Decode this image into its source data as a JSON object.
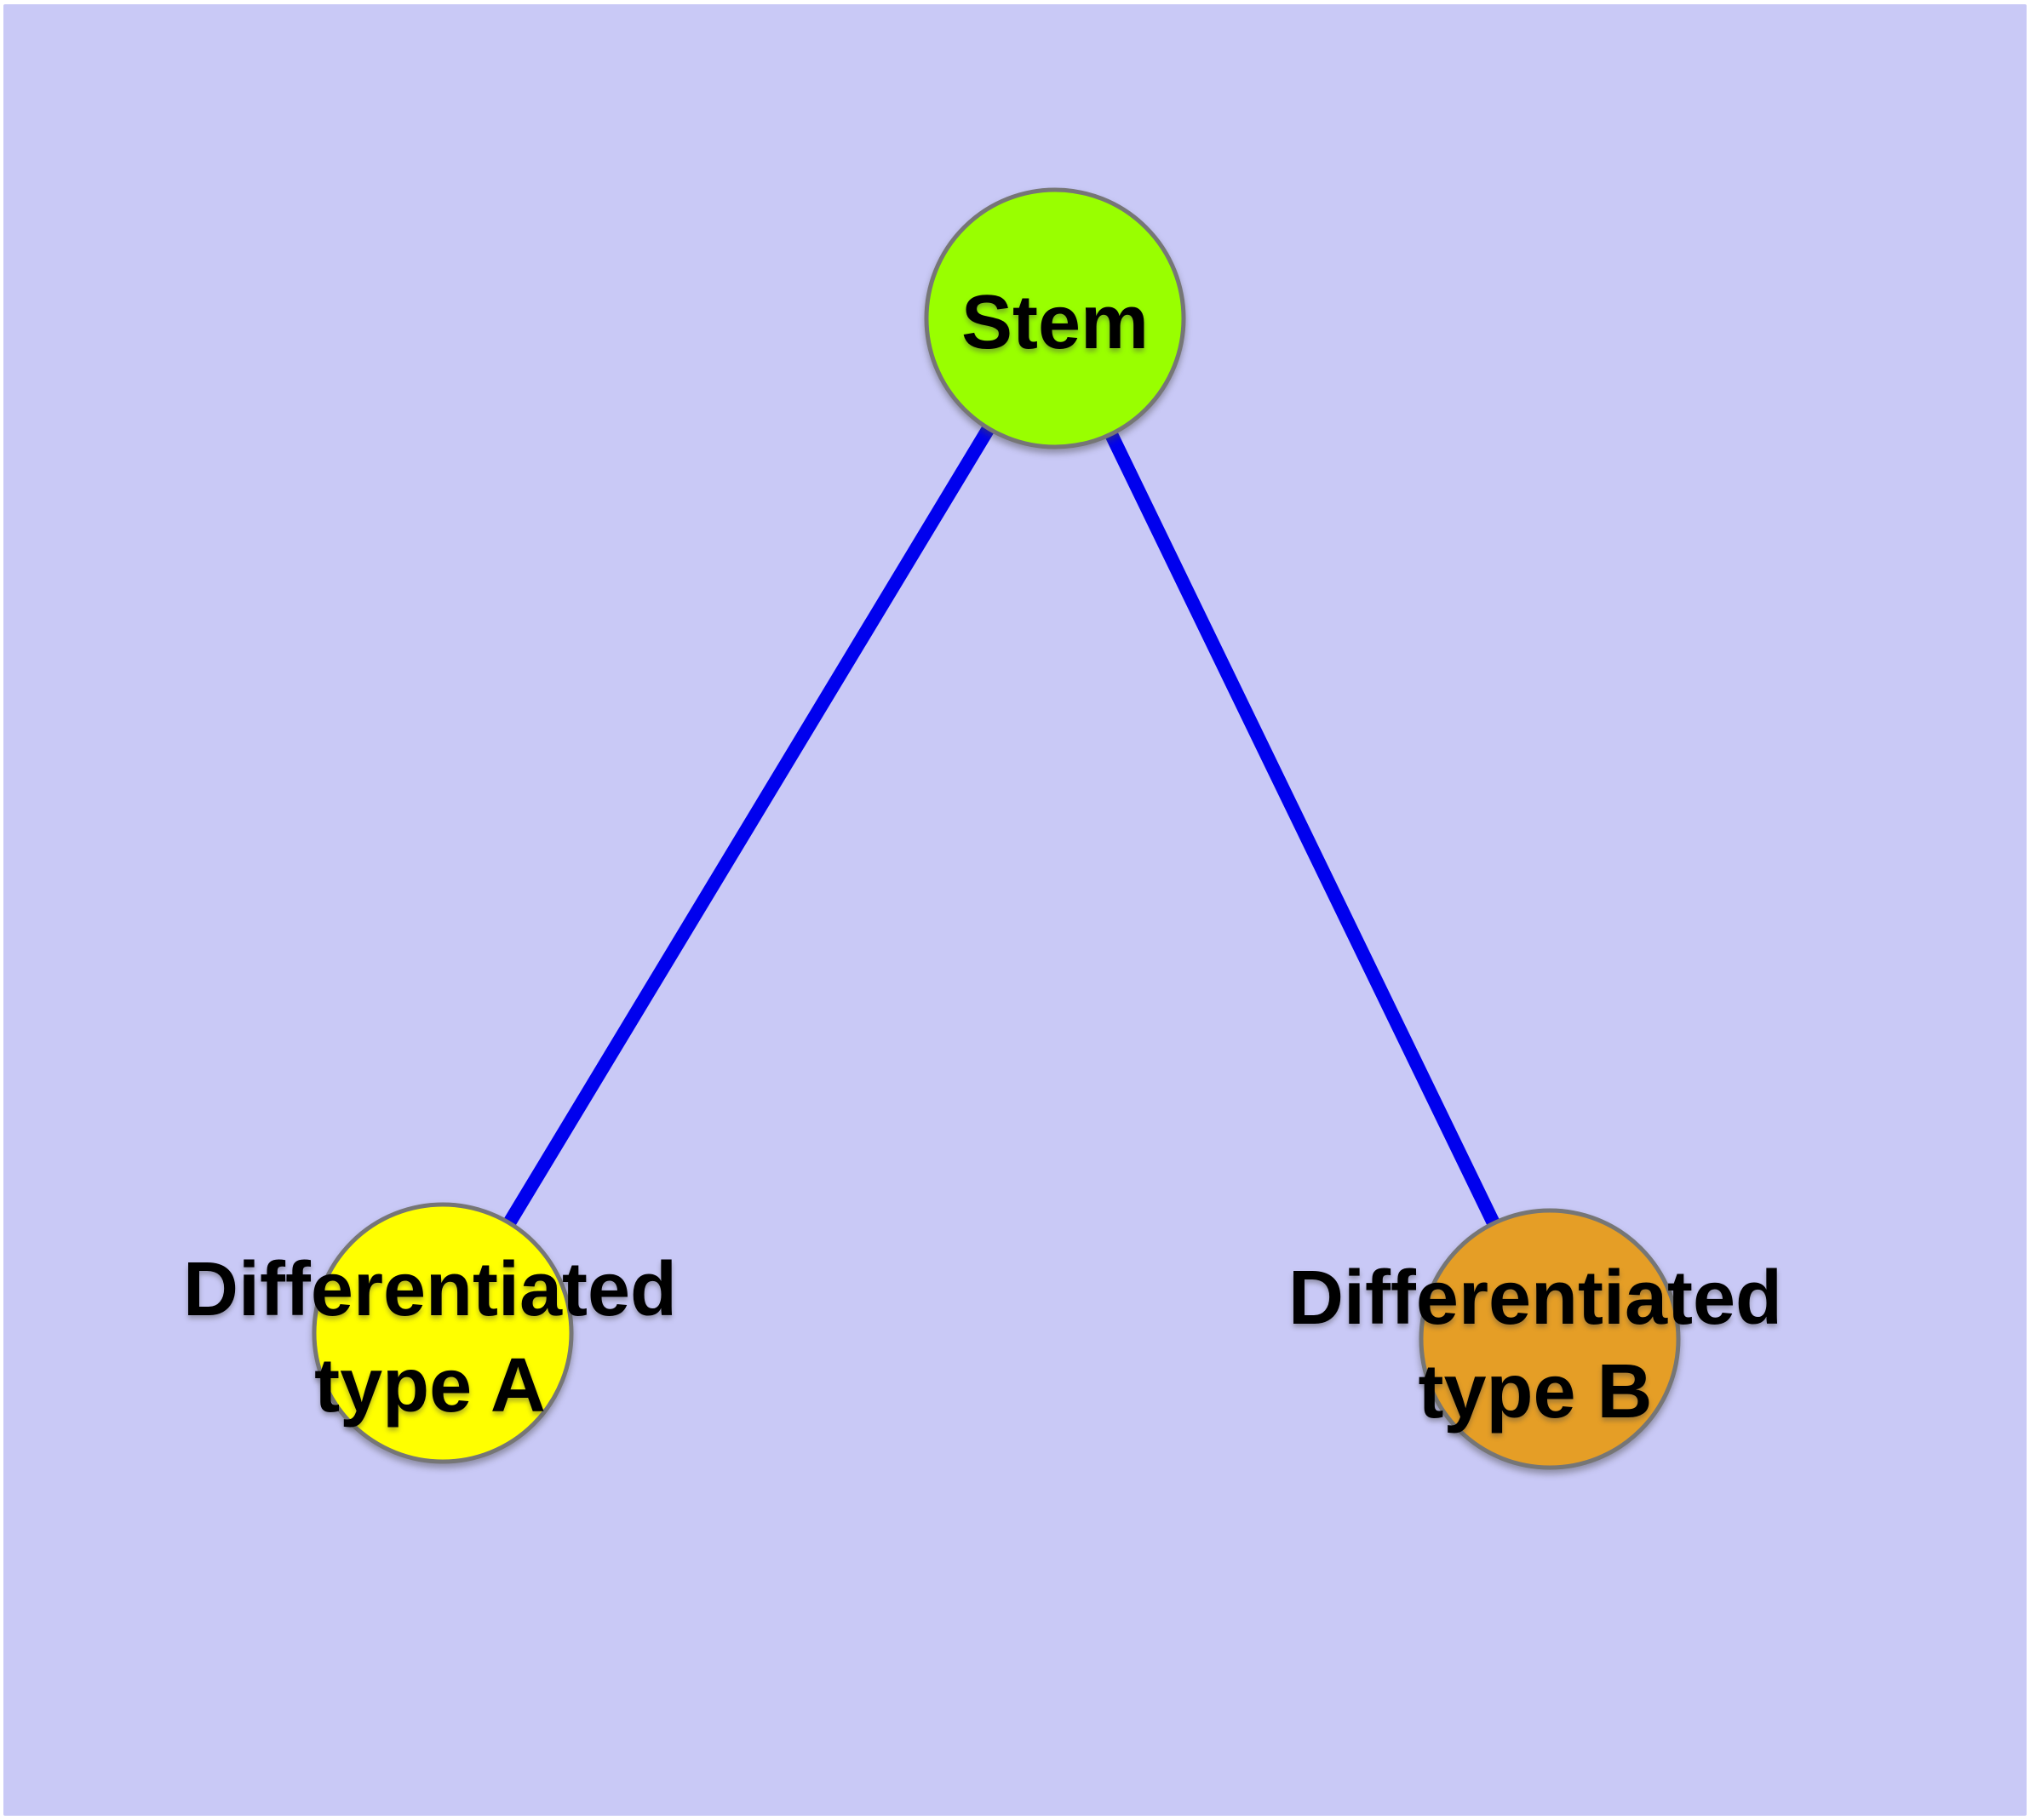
{
  "diagram": {
    "kind": "cell-differentiation-graph",
    "colors": {
      "background": "#c9c9f6",
      "frame": "#ffffff",
      "edge": "#0000ee",
      "node_stroke": "#767676",
      "label": "#000000"
    },
    "nodes": {
      "stem": {
        "label": "Stem",
        "fill": "#99ff00"
      },
      "type_a": {
        "label_line1": "Differentiated",
        "label_line2": "type A",
        "fill": "#ffff00"
      },
      "type_b": {
        "label_line1": "Differentiated",
        "label_line2": "type B",
        "fill": "#e59e26"
      }
    },
    "edges": [
      {
        "from": "Stem",
        "to": "Differentiated type A"
      },
      {
        "from": "Stem",
        "to": "Differentiated type B"
      }
    ]
  }
}
